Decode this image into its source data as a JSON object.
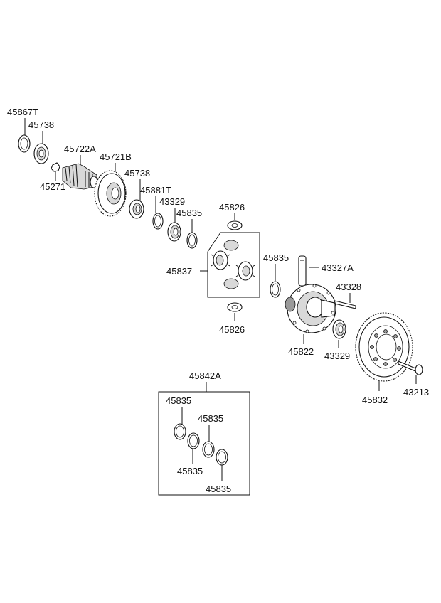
{
  "diagram": {
    "labels": [
      {
        "id": "45867T_a",
        "text": "45867T"
      },
      {
        "id": "45738_a",
        "text": "45738"
      },
      {
        "id": "45722A",
        "text": "45722A"
      },
      {
        "id": "45721B",
        "text": "45721B"
      },
      {
        "id": "45271",
        "text": "45271"
      },
      {
        "id": "45738_b",
        "text": "45738"
      },
      {
        "id": "45881T",
        "text": "45881T"
      },
      {
        "id": "43329_a",
        "text": "43329"
      },
      {
        "id": "45835_a",
        "text": "45835"
      },
      {
        "id": "45826_a",
        "text": "45826"
      },
      {
        "id": "45837",
        "text": "45837"
      },
      {
        "id": "45835_b",
        "text": "45835"
      },
      {
        "id": "43327A",
        "text": "43327A"
      },
      {
        "id": "43328",
        "text": "43328"
      },
      {
        "id": "45826_b",
        "text": "45826"
      },
      {
        "id": "45822",
        "text": "45822"
      },
      {
        "id": "43329_b",
        "text": "43329"
      },
      {
        "id": "45832",
        "text": "45832"
      },
      {
        "id": "43213",
        "text": "43213"
      },
      {
        "id": "45842A",
        "text": "45842A"
      },
      {
        "id": "45835_c",
        "text": "45835"
      },
      {
        "id": "45835_d",
        "text": "45835"
      },
      {
        "id": "45835_e",
        "text": "45835"
      },
      {
        "id": "45835_f",
        "text": "45835"
      }
    ]
  }
}
